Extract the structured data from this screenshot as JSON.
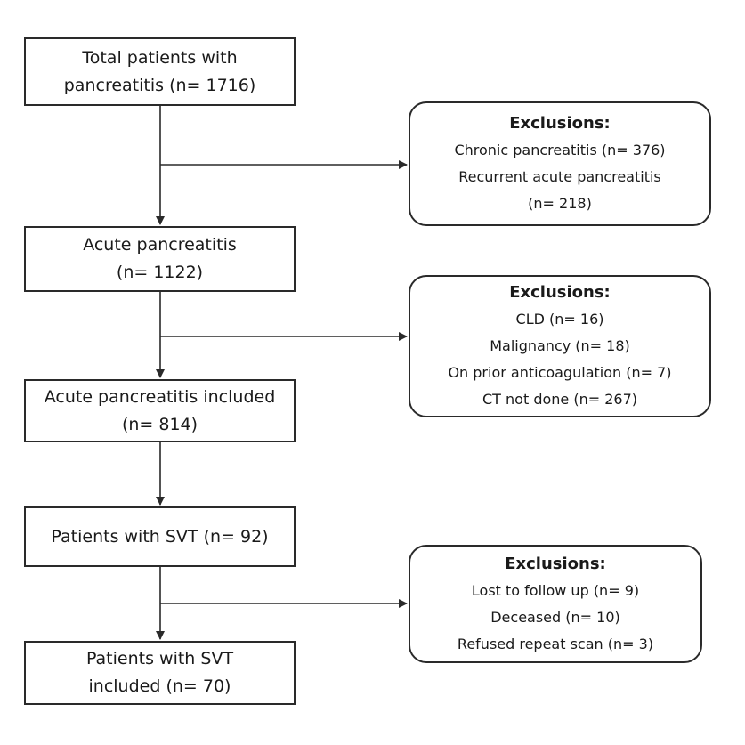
{
  "main_boxes": [
    {
      "lines": [
        "Total patients with",
        "pancreatitis (n= 1716)"
      ]
    },
    {
      "lines": [
        "Acute pancreatitis",
        "(n= 1122)"
      ]
    },
    {
      "lines": [
        "Acute pancreatitis included",
        "(n= 814)"
      ]
    },
    {
      "lines": [
        "Patients with SVT (n= 92)"
      ]
    },
    {
      "lines": [
        "Patients with SVT",
        "included (n= 70)"
      ]
    }
  ],
  "exclusion_boxes": [
    {
      "title": "Exclusions:",
      "lines": [
        "Chronic pancreatitis (n= 376)",
        "Recurrent acute pancreatitis",
        "(n= 218)"
      ]
    },
    {
      "title": "Exclusions:",
      "lines": [
        "CLD (n= 16)",
        "Malignancy (n= 18)",
        "On prior anticoagulation (n= 7)",
        "CT not done (n= 267)"
      ]
    },
    {
      "title": "Exclusions:",
      "lines": [
        "Lost to follow up (n= 9)",
        "Deceased (n= 10)",
        "Refused repeat scan (n= 3)"
      ]
    }
  ]
}
